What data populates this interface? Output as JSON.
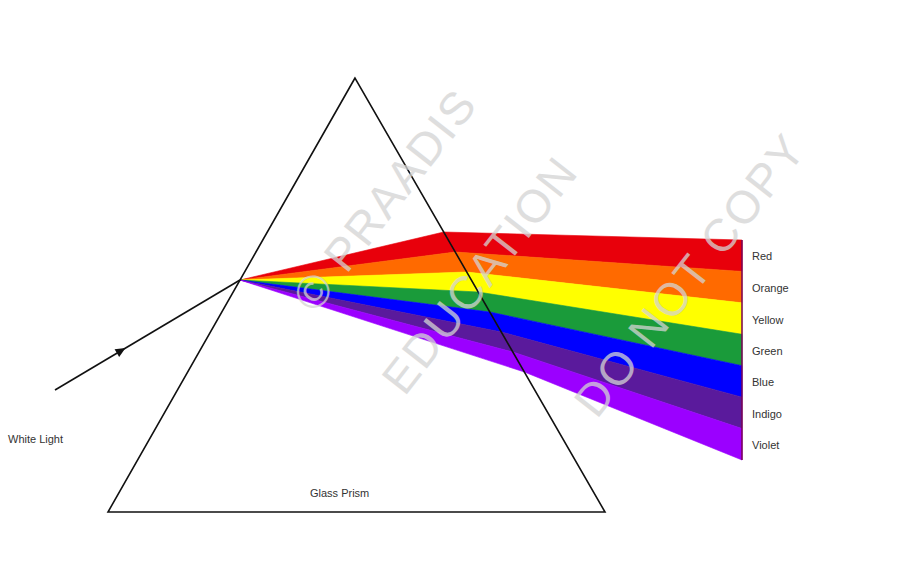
{
  "diagram": {
    "labels": [
      "White Light",
      "Glass Prism",
      "Red",
      "Orange",
      "Yellow",
      "Green",
      "Blue",
      "Indigo",
      "Violet",
      "© PRAADIS",
      "EDUCATION",
      "DO NOT COPY"
    ]
  }
}
